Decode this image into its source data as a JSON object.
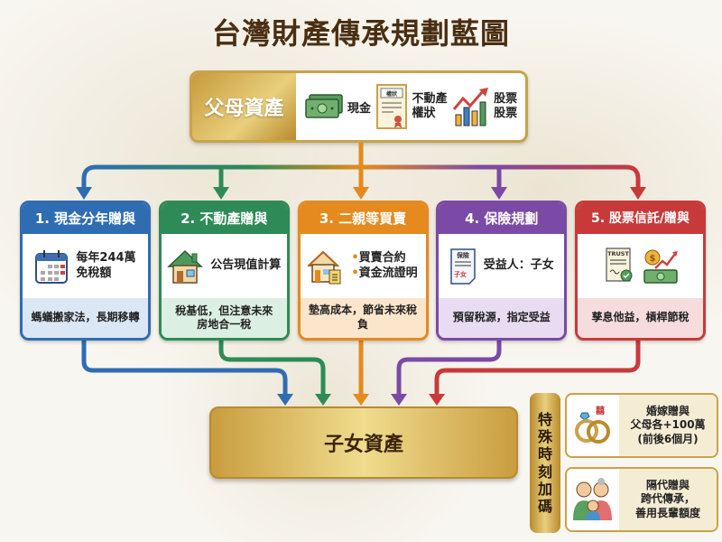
{
  "title": "台灣財產傳承規劃藍圖",
  "parent": {
    "label": "父母資產",
    "items": [
      {
        "icon": "cash-icon",
        "label": "現金"
      },
      {
        "icon": "deed-icon",
        "icon_text": "權狀",
        "label_lines": [
          "不動產",
          "權狀"
        ]
      },
      {
        "icon": "stock-chart-icon",
        "label_lines": [
          "股票",
          "股票"
        ]
      }
    ]
  },
  "strategies": [
    {
      "header": "1. 現金分年贈與",
      "color": "#2f6db3",
      "light": "#dbe7f5",
      "icon": "calendar-icon",
      "body_lines": [
        "每年244萬",
        "免稅額"
      ],
      "footer_lines": [
        "螞蟻搬家法，長期移轉"
      ]
    },
    {
      "header": "2. 不動產贈與",
      "color": "#2e8b57",
      "light": "#dcefe3",
      "icon": "house-icon",
      "body_lines": [
        "公告現值計算"
      ],
      "footer_lines": [
        "稅基低，但注意未來",
        "房地合一稅"
      ]
    },
    {
      "header": "3. 二親等買賣",
      "color": "#e58a1f",
      "light": "#fbe6cc",
      "icon": "house-contract-icon",
      "body_lines": [
        "買賣合約",
        "資金流證明"
      ],
      "footer_lines": [
        "墊高成本，節省未來稅負"
      ]
    },
    {
      "header": "4. 保險規劃",
      "color": "#7b4aa6",
      "light": "#e8dcf2",
      "icon": "insurance-document-icon",
      "icon_text": [
        "保險",
        "子女"
      ],
      "body_lines": [
        "受益人：子女"
      ],
      "footer_lines": [
        "預留稅源，指定受益"
      ]
    },
    {
      "header": "5. 股票信託/贈與",
      "color": "#c83a3a",
      "light": "#f6dcdc",
      "icon": "trust-document-icon",
      "icon_text": "TRUST",
      "body_lines": [],
      "footer_lines": [
        "孳息他益，槓桿節稅"
      ]
    }
  ],
  "child": {
    "label": "子女資產"
  },
  "special": {
    "tag_chars": [
      "特",
      "殊",
      "時",
      "刻",
      "加",
      "碼"
    ],
    "items": [
      {
        "icon": "wedding-rings-icon",
        "icon_text": "囍",
        "lines": [
          "婚嫁贈與",
          "父母各+100萬",
          "(前後6個月)"
        ]
      },
      {
        "icon": "grandparents-icon",
        "lines": [
          "隔代贈與",
          "跨代傳承，",
          "善用長輩額度"
        ]
      }
    ]
  }
}
